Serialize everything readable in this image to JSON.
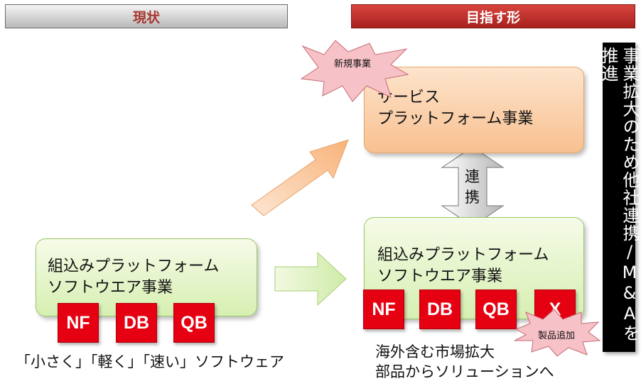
{
  "headers": {
    "current": "現状",
    "target": "目指す形"
  },
  "banner": "事業拡大のため他社連携/M&Aを推進",
  "current_box": {
    "line1": "組込みプラットフォーム",
    "line2": "ソフトウエア事業"
  },
  "current_products": [
    "NF",
    "DB",
    "QB"
  ],
  "current_caption": "「小さく」「軽く」「速い」ソフトウェア",
  "service_box": {
    "line1": "サービス",
    "line2": "プラットフォーム事業"
  },
  "new_business_burst": "新規事業",
  "link_arrow": {
    "char1": "連",
    "char2": "携"
  },
  "target_box": {
    "line1": "組込みプラットフォーム",
    "line2": "ソフトウエア事業"
  },
  "target_products": [
    "NF",
    "DB",
    "QB",
    "X"
  ],
  "product_add_burst": "製品追加",
  "target_caption": {
    "line1": "海外含む市場拡大",
    "line2": "部品からソリューションへ"
  },
  "colors": {
    "product_red": "#e50012",
    "header_red": "#c0302b",
    "green_box": "#d6efb1",
    "orange_box": "#f8c090",
    "burst_pink": "#f7c2c7"
  }
}
